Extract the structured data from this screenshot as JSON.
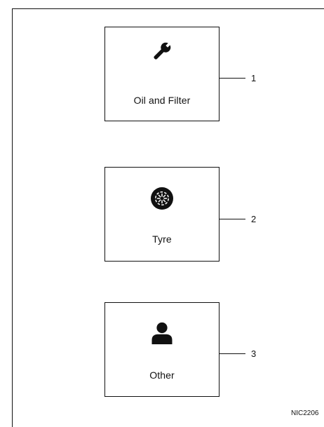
{
  "tiles": [
    {
      "label": "Oil and Filter",
      "icon": "wrench-icon",
      "callout": "1"
    },
    {
      "label": "Tyre",
      "icon": "tyre-icon",
      "callout": "2"
    },
    {
      "label": "Other",
      "icon": "person-icon",
      "callout": "3"
    }
  ],
  "figure_code": "NIC2206",
  "colors": {
    "ink": "#111111",
    "background": "#ffffff"
  }
}
